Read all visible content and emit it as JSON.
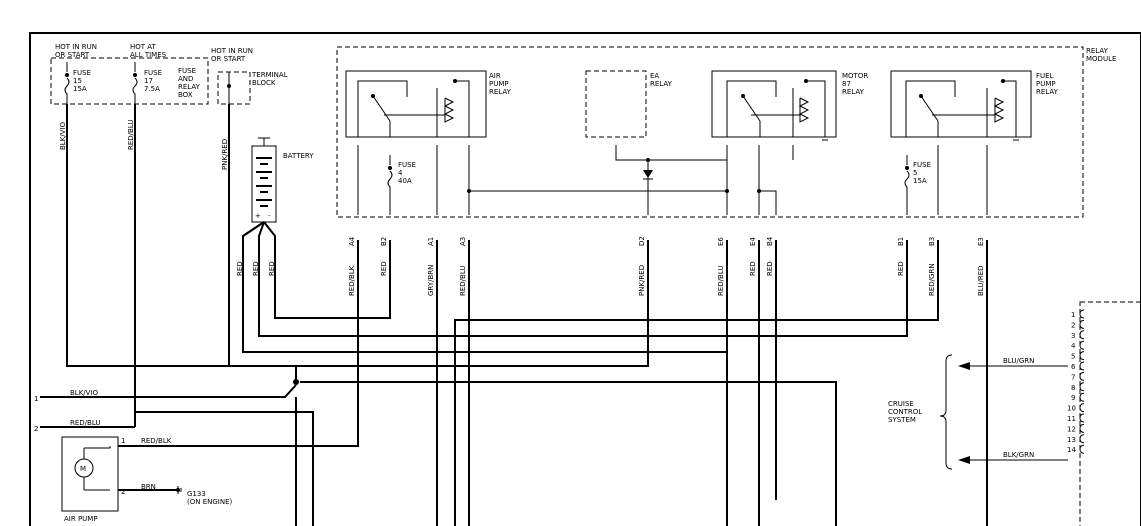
{
  "power_sources": {
    "hot_run_start": "HOT IN RUN\nOR START",
    "hot_all_times": "HOT AT\nALL TIMES",
    "hot_run_start_2": "HOT IN RUN\nOR START",
    "fuse15": "FUSE\n15\n15A",
    "fuse17": "FUSE\n17\n7.5A",
    "fuse_relay_box": "FUSE\nAND\nRELAY\nBOX",
    "terminal_block": "TERMINAL\nBLOCK",
    "battery": "BATTERY"
  },
  "relay_module": {
    "label": "RELAY\nMODULE",
    "air_pump_relay": "AIR\nPUMP\nRELAY",
    "ea_relay": "EA\nRELAY",
    "motor_relay": "MOTOR\n87\nRELAY",
    "fuel_pump_relay": "FUEL\nPUMP\nRELAY",
    "fuse4": "FUSE\n4\n40A",
    "fuse5": "FUSE\n5\n15A"
  },
  "pins": [
    "A4",
    "B2",
    "A1",
    "A3",
    "D2",
    "E6",
    "E4",
    "B4",
    "B1",
    "B3",
    "E3"
  ],
  "wires": {
    "blk_vio": "BLK/VIO",
    "red_blu": "RED/BLU",
    "pnk_red": "PNK/RED",
    "red": "RED",
    "red_blk": "RED/BLK",
    "gry_brn": "GRY/BRN",
    "red_grn": "RED/GRN",
    "blu_red": "BLU/RED",
    "blu_grn": "BLU/GRN",
    "blk_grn": "BLK/GRN",
    "brn": "BRN"
  },
  "air_pump": {
    "label": "AIR PUMP",
    "ground": "G133\n(ON ENGINE)",
    "pin1": "1",
    "pin2": "2",
    "motor": "M"
  },
  "left_pins": {
    "p1": "1",
    "p2": "2"
  },
  "cruise": {
    "label": "CRUISE\nCONTROL\nSYSTEM"
  },
  "right_connector": [
    "1",
    "2",
    "3",
    "4",
    "5",
    "6",
    "7",
    "8",
    "9",
    "10",
    "11",
    "12",
    "13",
    "14"
  ]
}
